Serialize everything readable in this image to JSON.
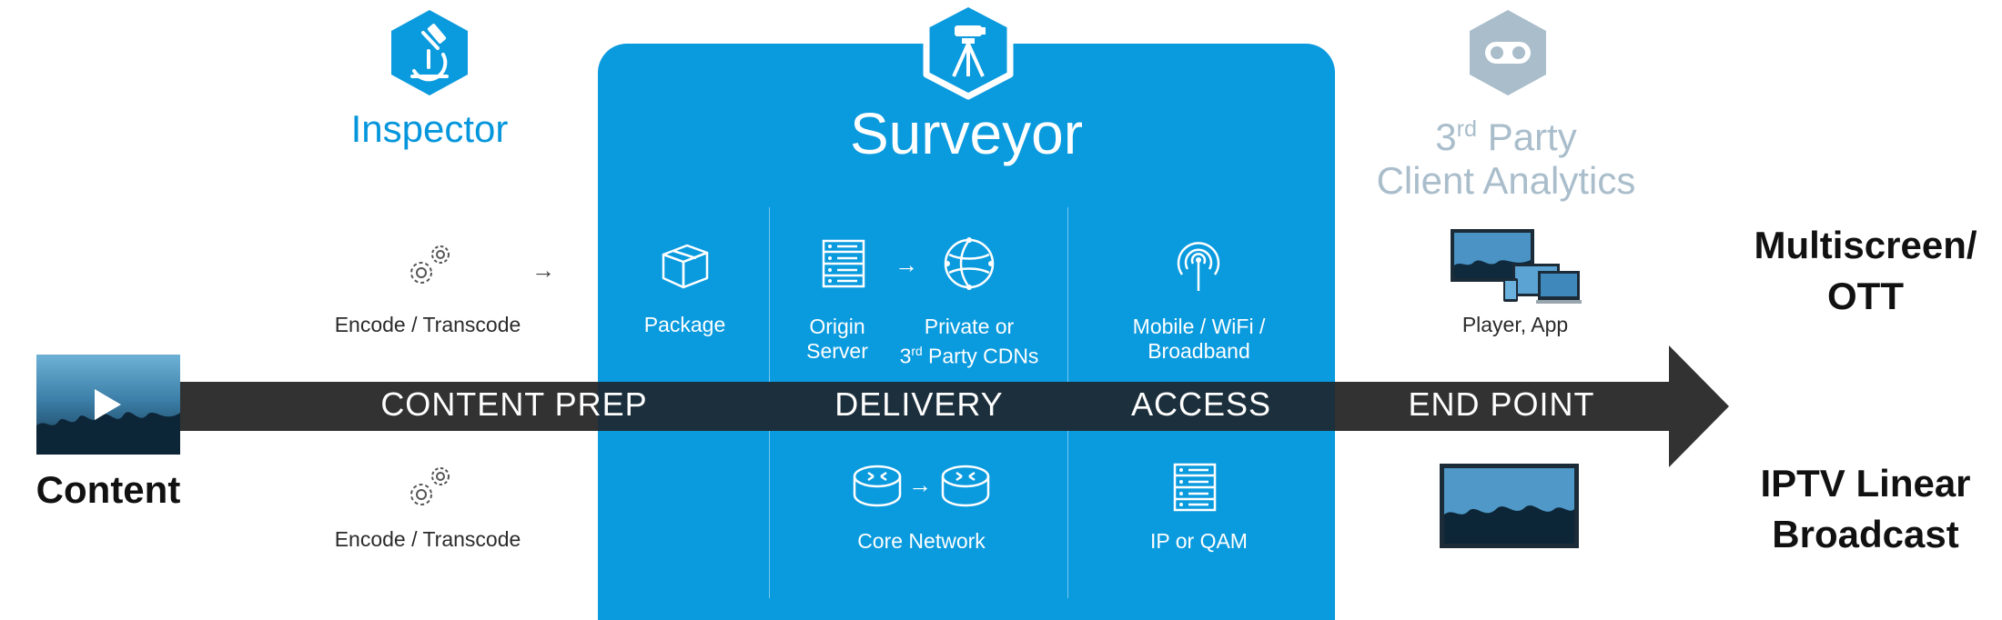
{
  "colors": {
    "accent": "#0496dc",
    "panel": "#0a9ade",
    "muted": "#a9bdcb",
    "arrow": "#323232",
    "arrow_overlay": "#1c2f3c",
    "text_dark": "#2b2b2b"
  },
  "inspector": {
    "title": "Inspector",
    "icon": "microscope-icon"
  },
  "surveyor": {
    "title": "Surveyor",
    "icon": "tripod-icon"
  },
  "third_party": {
    "line1_pre": "3",
    "line1_sup": "rd",
    "line1_post": " Party",
    "line2": "Client Analytics",
    "icon": "binoculars-icon"
  },
  "content_prep": {
    "encode_top": "Encode / Transcode",
    "encode_bottom": "Encode / Transcode",
    "package": "Package"
  },
  "delivery": {
    "origin_line1": "Origin",
    "origin_line2": "Server",
    "cdn_line1": "Private or",
    "cdn_line2_pre": "3",
    "cdn_line2_sup": "rd",
    "cdn_line2_post": " Party CDNs",
    "core_network": "Core Network"
  },
  "access": {
    "mobile_line1": "Mobile / WiFi /",
    "mobile_line2": "Broadband",
    "ip_qam": "IP or QAM"
  },
  "end_point": {
    "player_app": "Player, App"
  },
  "arrow_stages": [
    "CONTENT PREP",
    "DELIVERY",
    "ACCESS",
    "END POINT"
  ],
  "content_label": "Content",
  "outputs": {
    "multiscreen_line1": "Multiscreen/",
    "multiscreen_line2": "OTT",
    "iptv_line1": "IPTV Linear",
    "iptv_line2": "Broadcast"
  }
}
